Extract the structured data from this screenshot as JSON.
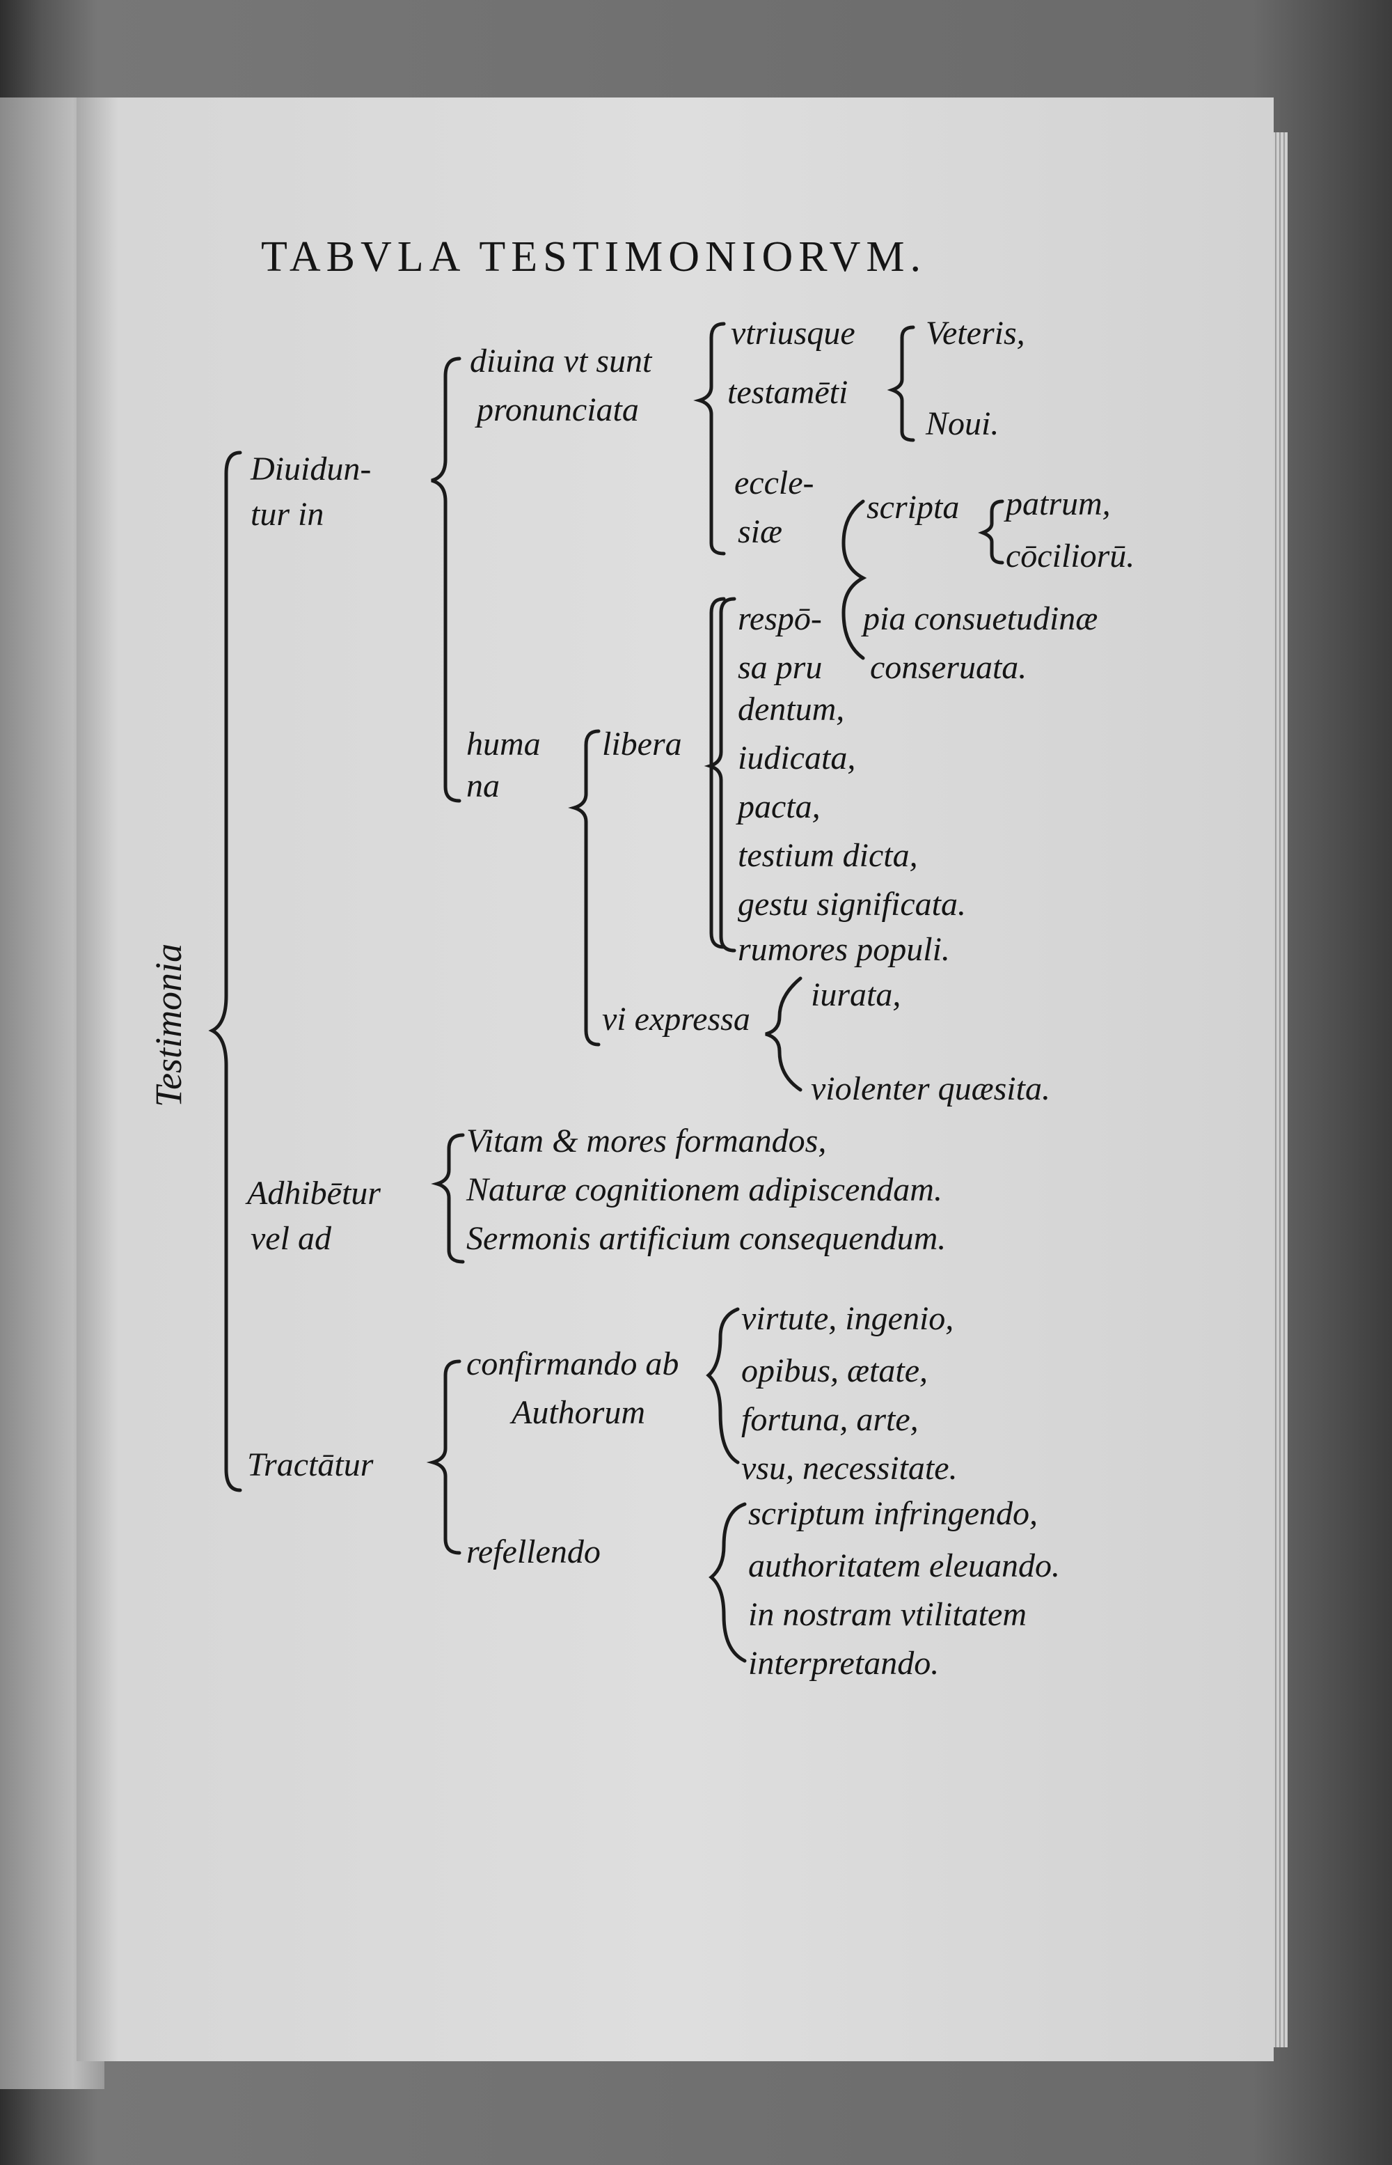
{
  "title": "TABVLA TESTIMONIORVM.",
  "root": "Testimonia",
  "sections": {
    "diuiduntur": {
      "label_line1": "Diuidun-",
      "label_line2": "tur in",
      "diuina": {
        "line1": "diuina vt sunt",
        "line2": "pronunciata",
        "vtriusque_line1": "vtriusque",
        "vtriusque_line2": "testamēti",
        "veteris": "Veteris,",
        "noui": "Noui.",
        "ecclesiae_line1": "eccle-",
        "ecclesiae_line2": "siæ",
        "scripta": "scripta",
        "patrum": "patrum,",
        "conciliorum": "cōciliorū.",
        "pia_line1": "pia consuetudinæ",
        "pia_line2": "conseruata."
      },
      "humana": {
        "line1": "huma",
        "line2": "na",
        "libera": "libera",
        "items": [
          "respō-",
          "sa pru",
          "dentum,",
          "iudicata,",
          "pacta,",
          "testium dicta,",
          "gestu significata.",
          "rumores populi."
        ],
        "vi_expressa": "vi expressa",
        "iurata": "iurata,",
        "violenter": "violenter quæsita."
      }
    },
    "adhibetur": {
      "label_line1": "Adhibētur",
      "label_line2": "vel ad",
      "items": [
        "Vitam & mores formandos,",
        "Naturæ cognitionem adipiscendam.",
        "Sermonis artificium consequendum."
      ]
    },
    "tractatur": {
      "label": "Tractātur",
      "confirmando_line1": "confirmando ab",
      "confirmando_line2": "Authorum",
      "confirmando_items": [
        "virtute, ingenio,",
        "opibus, ætate,",
        "fortuna, arte,",
        "vsu, necessitate."
      ],
      "refellendo": "refellendo",
      "refellendo_items": [
        "scriptum infringendo,",
        "authoritatem eleuando.",
        "in nostram vtilitatem",
        "interpretando."
      ]
    }
  }
}
